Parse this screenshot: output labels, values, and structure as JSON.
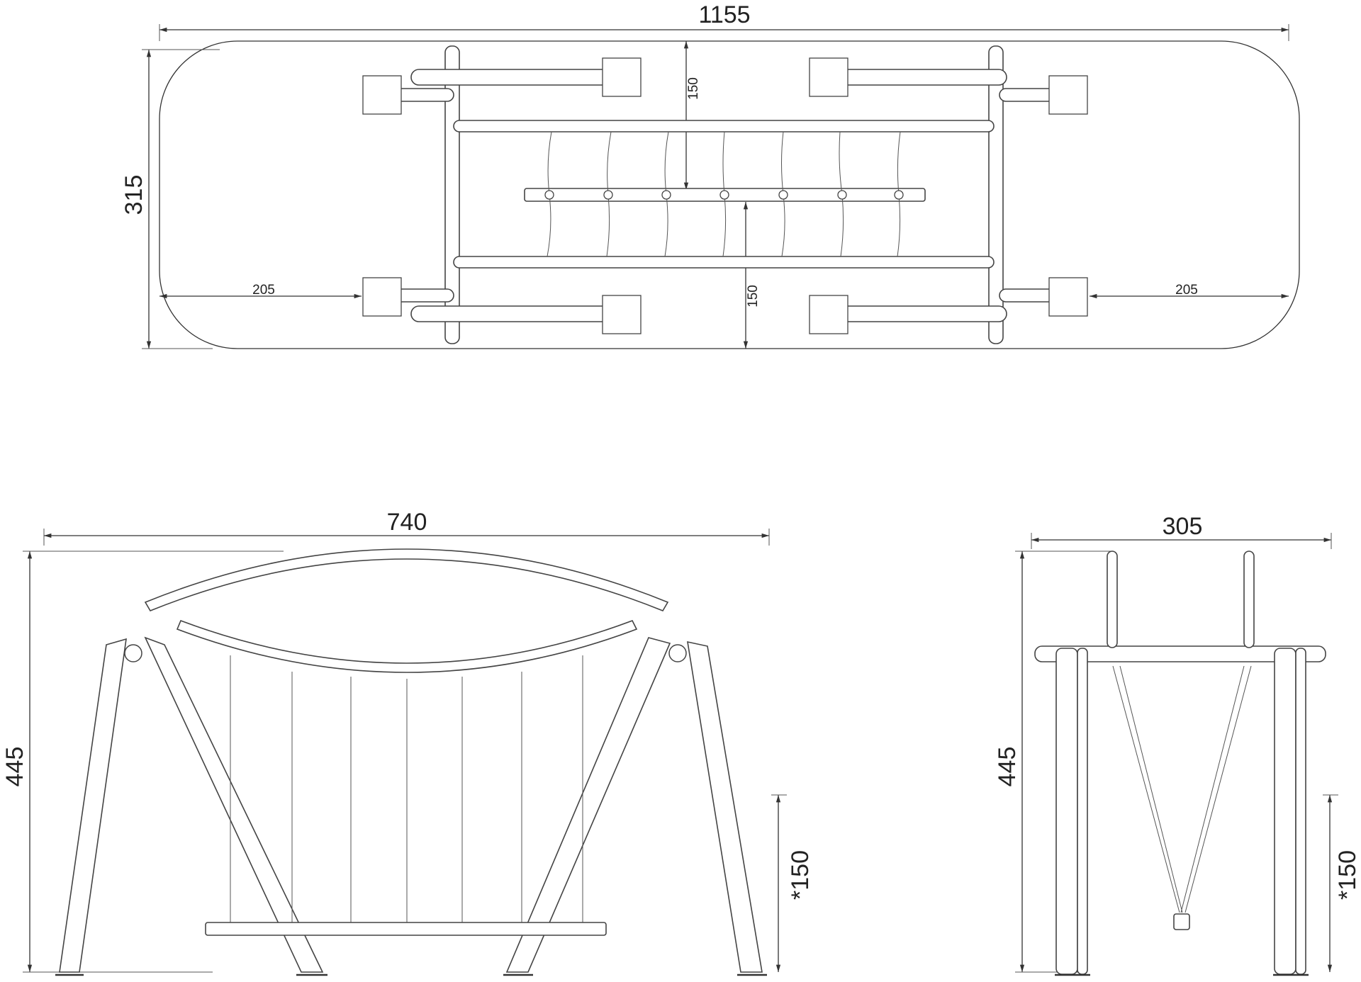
{
  "dimensions": {
    "top_width": "1155",
    "top_depth": "315",
    "top_offset_left": "205",
    "top_offset_right": "205",
    "top_clearance_a": "150",
    "top_clearance_b": "150",
    "front_width": "740",
    "front_height": "445",
    "front_fall_height": "*150",
    "side_width": "305",
    "side_height": "445",
    "side_fall_height": "*150"
  },
  "colors": {
    "line": "#333333",
    "background": "#ffffff"
  }
}
